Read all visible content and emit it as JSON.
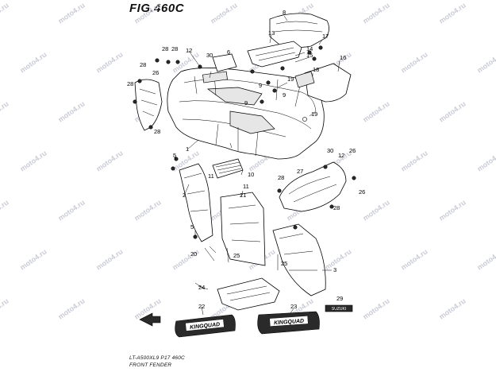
{
  "figure": {
    "title": "FIG.460C",
    "model_line": "LT-A500XL9  P17  460C",
    "caption": "FRONT FENDER",
    "watermark": "moto4.ru"
  },
  "callouts": [
    {
      "id": "c1",
      "label": "1"
    },
    {
      "id": "c2",
      "label": "2"
    },
    {
      "id": "c3",
      "label": "3"
    },
    {
      "id": "c5a",
      "label": "5"
    },
    {
      "id": "c5b",
      "label": "5"
    },
    {
      "id": "c6",
      "label": "6"
    },
    {
      "id": "c8",
      "label": "8"
    },
    {
      "id": "c9a",
      "label": "9"
    },
    {
      "id": "c9b",
      "label": "9"
    },
    {
      "id": "c9c",
      "label": "9"
    },
    {
      "id": "c10",
      "label": "10"
    },
    {
      "id": "c11a",
      "label": "11"
    },
    {
      "id": "c11b",
      "label": "11"
    },
    {
      "id": "c12a",
      "label": "12"
    },
    {
      "id": "c12b",
      "label": "12"
    },
    {
      "id": "c13",
      "label": "13"
    },
    {
      "id": "c14",
      "label": "14"
    },
    {
      "id": "c15",
      "label": "15"
    },
    {
      "id": "c16",
      "label": "16"
    },
    {
      "id": "c17",
      "label": "17"
    },
    {
      "id": "c18",
      "label": "18"
    },
    {
      "id": "c19a",
      "label": "19"
    },
    {
      "id": "c19b",
      "label": "19"
    },
    {
      "id": "c20",
      "label": "20"
    },
    {
      "id": "c21",
      "label": "21"
    },
    {
      "id": "c22",
      "label": "22"
    },
    {
      "id": "c23",
      "label": "23"
    },
    {
      "id": "c24",
      "label": "24"
    },
    {
      "id": "c25a",
      "label": "25"
    },
    {
      "id": "c25b",
      "label": "25"
    },
    {
      "id": "c26a",
      "label": "26"
    },
    {
      "id": "c26b",
      "label": "26"
    },
    {
      "id": "c26c",
      "label": "26"
    },
    {
      "id": "c27",
      "label": "27"
    },
    {
      "id": "c28a",
      "label": "28"
    },
    {
      "id": "c28b",
      "label": "28"
    },
    {
      "id": "c28c",
      "label": "28"
    },
    {
      "id": "c28d",
      "label": "28"
    },
    {
      "id": "c28e",
      "label": "28"
    },
    {
      "id": "c28f",
      "label": "28"
    },
    {
      "id": "c28g",
      "label": "28"
    },
    {
      "id": "c29",
      "label": "29"
    },
    {
      "id": "c30a",
      "label": "30"
    },
    {
      "id": "c30b",
      "label": "30"
    }
  ],
  "decals": {
    "left_brand": "KINGQUAD",
    "right_brand": "KINGQUAD",
    "badge_text": "SUZUKI"
  }
}
